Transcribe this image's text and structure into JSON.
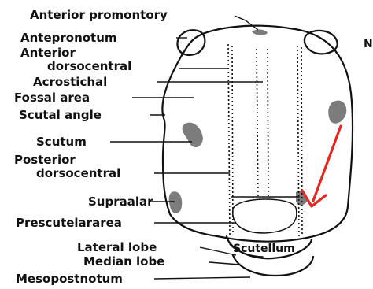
{
  "labels": {
    "anterior_promontory": "Anterior promontory",
    "antepronotum": "Antepronotum",
    "anterior_dorsocentral_1": "Anterior",
    "anterior_dorsocentral_2": "dorsocentral",
    "acrostichal": "Acrostichal",
    "fossal_area": "Fossal area",
    "scutal_angle": "Scutal angle",
    "scutum": "Scutum",
    "posterior_dorsocentral_1": "Posterior",
    "posterior_dorsocentral_2": "dorsocentral",
    "supraalar": "Supraalar",
    "prescutellar_area": "Prescutelararea",
    "lateral_lobe": "Lateral lobe",
    "scutellum": "Scutellum",
    "median_lobe": "Median lobe",
    "mesopostnotum": "Mesopostnotum",
    "edge_fragment": "N"
  },
  "colors": {
    "ink": "#111111",
    "arrow": "#e8261e",
    "background": "#ffffff"
  }
}
